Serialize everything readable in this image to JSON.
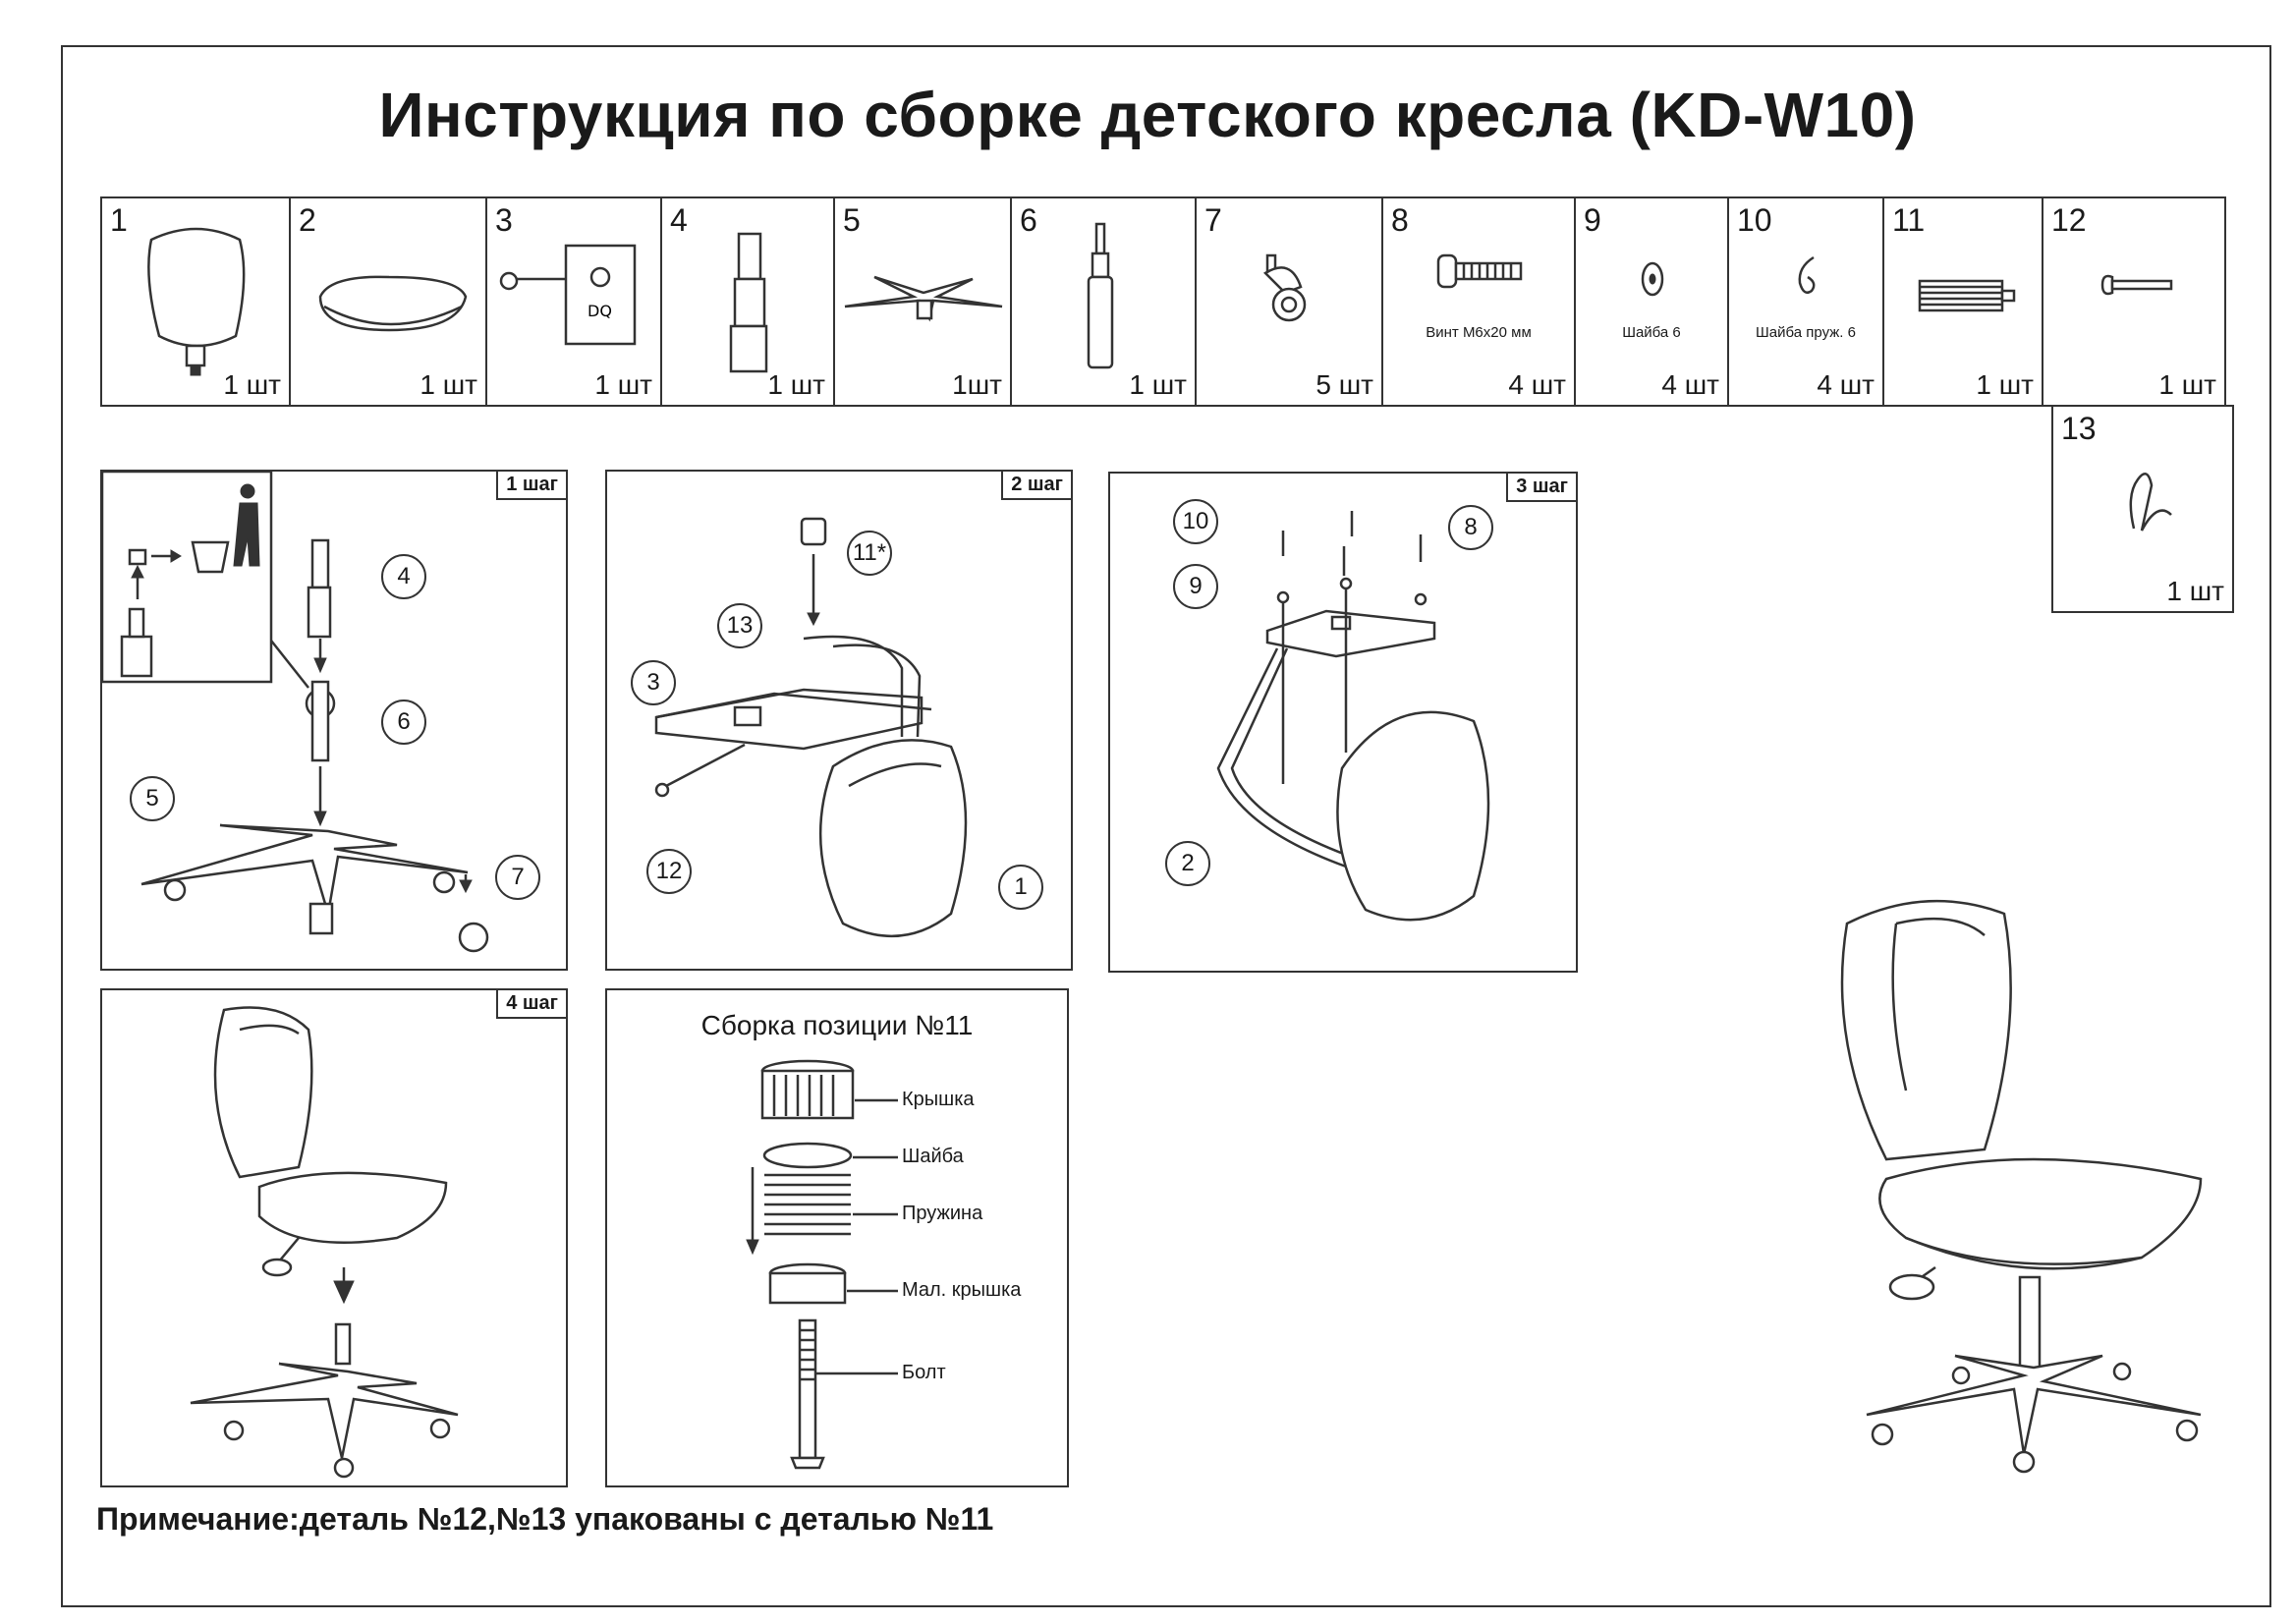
{
  "title": "Инструкция по сборке детского кресла (KD-W10)",
  "parts": [
    {
      "num": "1",
      "qty": "1 шт",
      "caption": ""
    },
    {
      "num": "2",
      "qty": "1 шт",
      "caption": ""
    },
    {
      "num": "3",
      "qty": "1 шт",
      "caption": ""
    },
    {
      "num": "4",
      "qty": "1 шт",
      "caption": ""
    },
    {
      "num": "5",
      "qty": "1шт",
      "caption": ""
    },
    {
      "num": "6",
      "qty": "1 шт",
      "caption": ""
    },
    {
      "num": "7",
      "qty": "5 шт",
      "caption": ""
    },
    {
      "num": "8",
      "qty": "4 шт",
      "caption": "Винт М6х20 мм"
    },
    {
      "num": "9",
      "qty": "4 шт",
      "caption": "Шайба  6"
    },
    {
      "num": "10",
      "qty": "4 шт",
      "caption": "Шайба пруж. 6"
    },
    {
      "num": "11",
      "qty": "1 шт",
      "caption": ""
    },
    {
      "num": "12",
      "qty": "1 шт",
      "caption": ""
    }
  ],
  "extra_part": {
    "num": "13",
    "qty": "1 шт"
  },
  "steps": {
    "s1": {
      "label": "1 шаг",
      "callouts": [
        "4",
        "6",
        "5",
        "7"
      ]
    },
    "s2": {
      "label": "2 шаг",
      "callouts": [
        "11*",
        "13",
        "3",
        "12",
        "1"
      ]
    },
    "s3": {
      "label": "3 шаг",
      "callouts": [
        "10",
        "9",
        "8",
        "2"
      ]
    },
    "s4": {
      "label": "4 шаг"
    }
  },
  "assembly11": {
    "title": "Сборка позиции №11",
    "labels": [
      "Крышка",
      "Шайба",
      "Пружина",
      "Мал. крышка",
      "Болт"
    ]
  },
  "note": "Примечание:деталь №12,№13 упакованы с деталью №11"
}
